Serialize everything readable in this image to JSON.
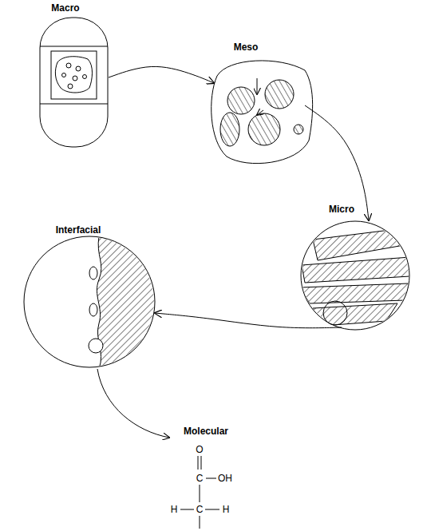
{
  "diagram": {
    "nodes": [
      {
        "text": [
          "Macro"
        ]
      },
      {
        "text": [
          "Meso"
        ]
      },
      {
        "text": [
          "Micro"
        ]
      },
      {
        "text": [
          "Interfacial"
        ]
      }
    ],
    "edges": [
      {
        "from": 0,
        "to": 1,
        "arrow": "to"
      },
      {
        "from": 1,
        "to": 2,
        "arrow": "to"
      },
      {
        "from": 2,
        "to": 3,
        "arrow": "to"
      }
    ],
    "labels": [
      "Molecular",
      "O",
      "C",
      "OH",
      "H",
      "C",
      "H"
    ]
  }
}
